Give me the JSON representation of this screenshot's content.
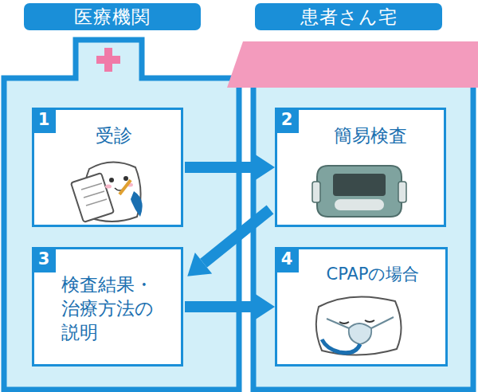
{
  "diagram": {
    "nodes": [
      {
        "text": [
          "医療機関"
        ]
      },
      {
        "text": [
          "患者さん宅"
        ]
      },
      {
        "text": [
          "1",
          "受診"
        ],
        "in": 0
      },
      {
        "text": [
          "2",
          "簡易検査"
        ],
        "in": 1
      },
      {
        "text": [
          "3",
          "検査結果・治療方法の説明"
        ],
        "in": 0
      },
      {
        "text": [
          "4",
          "CPAPの場合"
        ],
        "in": 1
      }
    ],
    "edges": [
      {
        "from": 2,
        "to": 3,
        "arrow": "to"
      },
      {
        "from": 3,
        "to": 4,
        "arrow": "to"
      },
      {
        "from": 4,
        "to": 5,
        "arrow": "to"
      }
    ]
  }
}
